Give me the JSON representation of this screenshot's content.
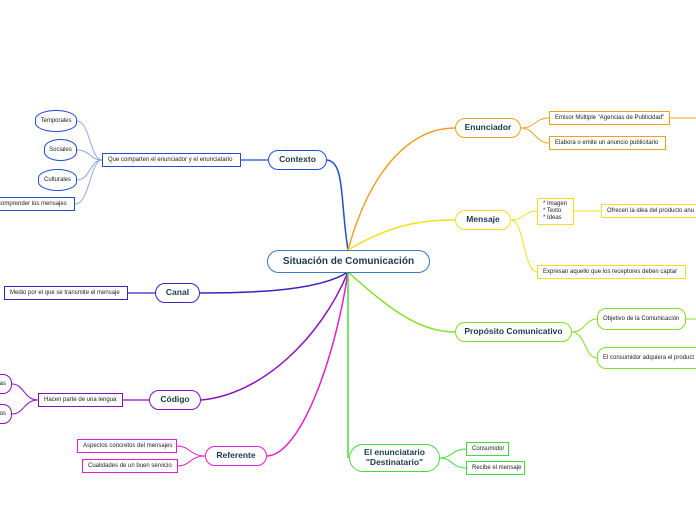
{
  "central": "Situación de Comunicación",
  "colors": {
    "contexto": "#2050d0",
    "contexto_sub": "#8fa8e8",
    "canal": "#4020c0",
    "codigo": "#8a10c0",
    "referente": "#e020c8",
    "enunciador": "#f0a020",
    "mensaje": "#f0e020",
    "proposito": "#80e020",
    "enunciatario": "#40dd40"
  },
  "contexto": {
    "label": "Contexto",
    "child": "Que comparten el enunciador y el enunciatario",
    "items": [
      "Temporales",
      "Sociales",
      "Culturales"
    ],
    "extra": "comprender los mensajes"
  },
  "canal": {
    "label": "Canal",
    "child": "Medio por el que se transmite el mensaje"
  },
  "codigo": {
    "label": "Código",
    "child": "Hacen parte de una lengua",
    "items": [
      "ras",
      "os"
    ]
  },
  "referente": {
    "label": "Referente",
    "items": [
      "Aspectos concretos del mensajes",
      "Cualidades de un buen servicio"
    ]
  },
  "enunciador": {
    "label": "Enunciador",
    "items": [
      "Emisor Múltiple \"Agencias de Publicidad\"",
      "Elabora o emite un anuncio publicitario"
    ]
  },
  "mensaje": {
    "label": "Mensaje",
    "list": "* Imagen\n* Texto\n* Ideas",
    "list_child": "Ofrecen la idea del producto anu",
    "item2": "Expresan aquello que los receptores deben captar"
  },
  "proposito": {
    "label": "Propósito Comunicativo",
    "items": [
      "Objetivo de la Comunicación",
      "El consumidor adquiera el product"
    ]
  },
  "enunciatario": {
    "label": "El enunciatario \"Destinatario\"",
    "items": [
      "Consumidor",
      "Recibe el mensaje"
    ]
  }
}
